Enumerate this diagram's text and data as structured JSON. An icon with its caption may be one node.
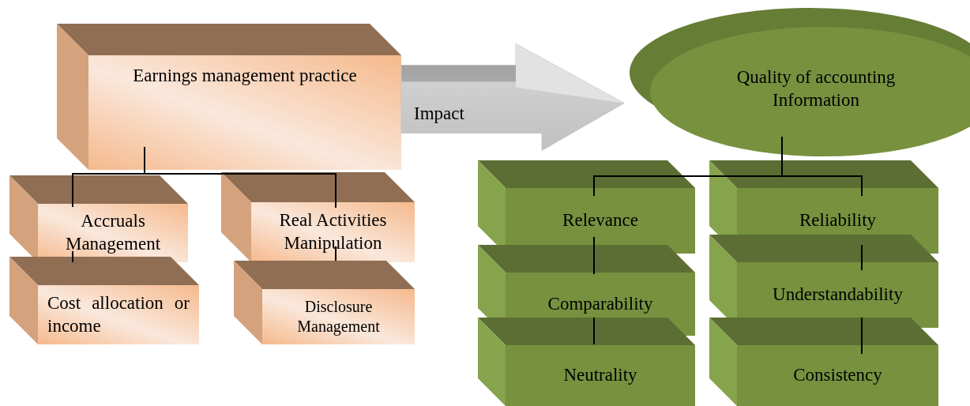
{
  "diagram": {
    "nodes": [
      {
        "text": [
          "Earnings management practice"
        ]
      },
      {
        "text": [
          "Accruals Management"
        ]
      },
      {
        "text": [
          "Real Activities Manipulation"
        ]
      },
      {
        "text": [
          "Cost allocation or income"
        ]
      },
      {
        "text": [
          "Disclosure Management"
        ]
      },
      {
        "text": [
          "Quality of accounting Information"
        ]
      },
      {
        "text": [
          "Relevance"
        ]
      },
      {
        "text": [
          "Reliability"
        ]
      },
      {
        "text": [
          "Comparability"
        ]
      },
      {
        "text": [
          "Understandability"
        ]
      },
      {
        "text": [
          "Neutrality"
        ]
      },
      {
        "text": [
          "Consistency"
        ]
      }
    ],
    "edges": [
      {
        "from": 0,
        "to": 5,
        "arrow": "to",
        "label": "Impact",
        "style": "thick",
        "color": "#c4c4c4"
      },
      {
        "from": 0,
        "to": 1,
        "arrow": "none"
      },
      {
        "from": 0,
        "to": 2,
        "arrow": "none"
      },
      {
        "from": 1,
        "to": 3,
        "arrow": "none"
      },
      {
        "from": 2,
        "to": 4,
        "arrow": "none"
      },
      {
        "from": 5,
        "to": 6,
        "arrow": "none"
      },
      {
        "from": 5,
        "to": 7,
        "arrow": "none"
      },
      {
        "from": 6,
        "to": 8,
        "arrow": "none"
      },
      {
        "from": 7,
        "to": 9,
        "arrow": "none"
      },
      {
        "from": 8,
        "to": 10,
        "arrow": "none"
      },
      {
        "from": 9,
        "to": 11,
        "arrow": "none"
      }
    ]
  }
}
